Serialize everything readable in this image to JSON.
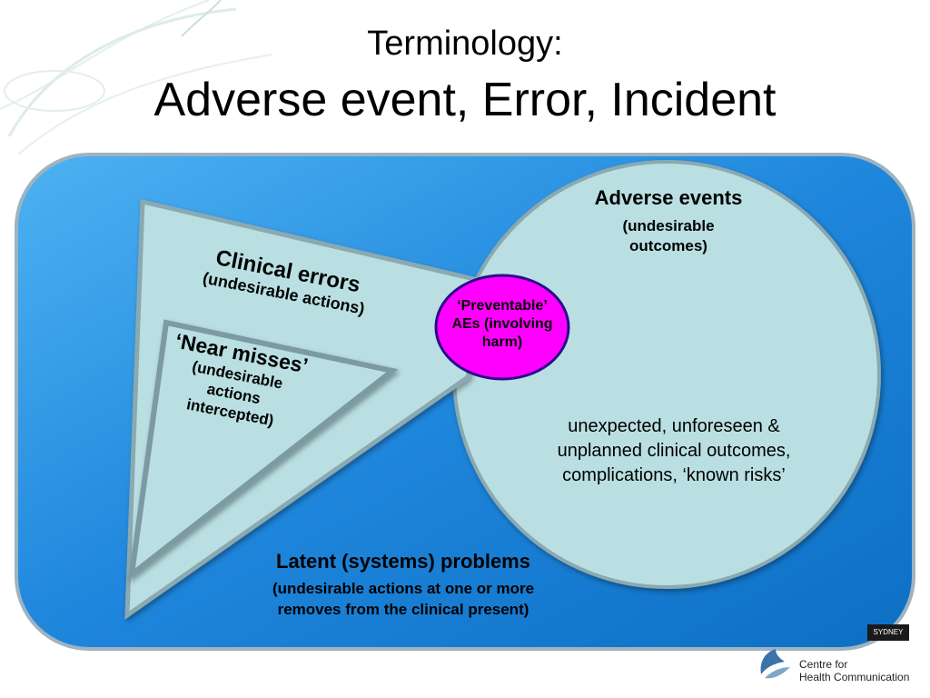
{
  "title": {
    "line1": "Terminology:",
    "line2": "Adverse event, Error, Incident"
  },
  "diagram": {
    "adverse_events": {
      "heading": "Adverse events",
      "subtitle_line1": "(undesirable",
      "subtitle_line2": "outcomes)"
    },
    "clinical_errors": {
      "heading": "Clinical errors",
      "subtitle": "(undesirable actions)"
    },
    "near_misses": {
      "heading": "‘Near misses’",
      "subtitle_line1": "(undesirable",
      "subtitle_line2": "actions",
      "subtitle_line3": "intercepted)"
    },
    "preventable": {
      "line1": "‘Preventable’",
      "line2": "AEs (involving",
      "line3": "harm)"
    },
    "outcomes_description": {
      "line1": "unexpected, unforeseen &",
      "line2": "unplanned clinical outcomes,",
      "line3": "complications, ‘known risks’"
    },
    "latent_problems": {
      "heading": "Latent (systems) problems",
      "subtitle_line1": "(undesirable actions at one or more",
      "subtitle_line2": "removes from the clinical present)"
    }
  },
  "footer": {
    "university_tag": "SYDNEY",
    "logo_line1": "Centre for",
    "logo_line2": "Health Communication"
  },
  "colors": {
    "panel_blue": "#1e86dc",
    "panel_border": "#9fb3bf",
    "light_teal": "#b9dfe2",
    "preventable_fill": "#ff00ff"
  }
}
